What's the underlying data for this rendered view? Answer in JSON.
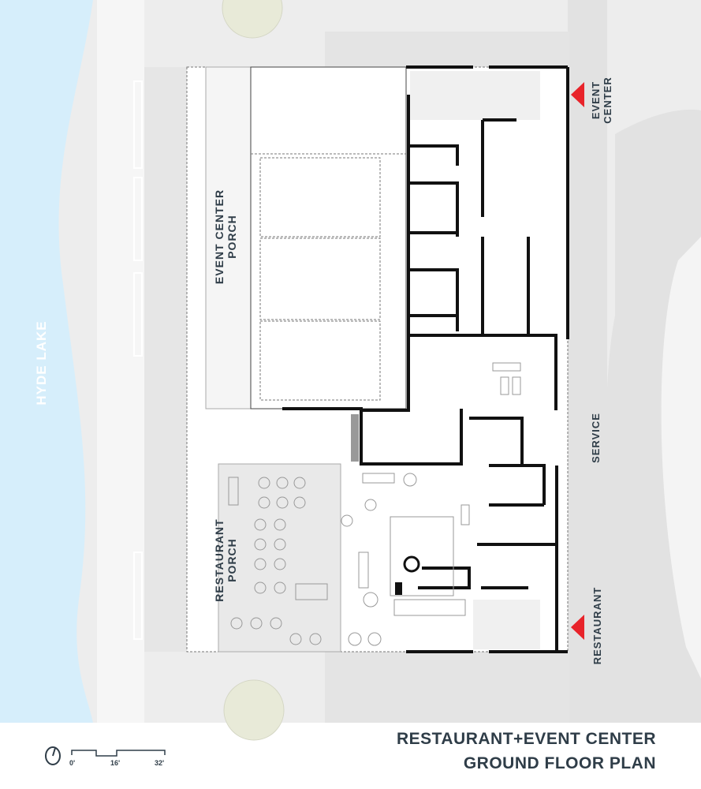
{
  "title": {
    "line1": "RESTAURANT+EVENT CENTER",
    "line2": "GROUND FLOOR PLAN"
  },
  "labels": {
    "lake": "HYDE LAKE",
    "event_porch_1": "EVENT CENTER",
    "event_porch_2": "PORCH",
    "restaurant_porch_1": "RESTAURANT",
    "restaurant_porch_2": "PORCH",
    "entry_event_1": "EVENT",
    "entry_event_2": "CENTER",
    "service": "SERVICE",
    "entry_restaurant": "RESTAURANT"
  },
  "scale": {
    "ticks": [
      "0'",
      "16'",
      "32'"
    ]
  },
  "colors": {
    "lake": "#d6eefb",
    "ground": "#ededed",
    "entry_marker": "#e8232a",
    "text": "#2f3d48"
  }
}
